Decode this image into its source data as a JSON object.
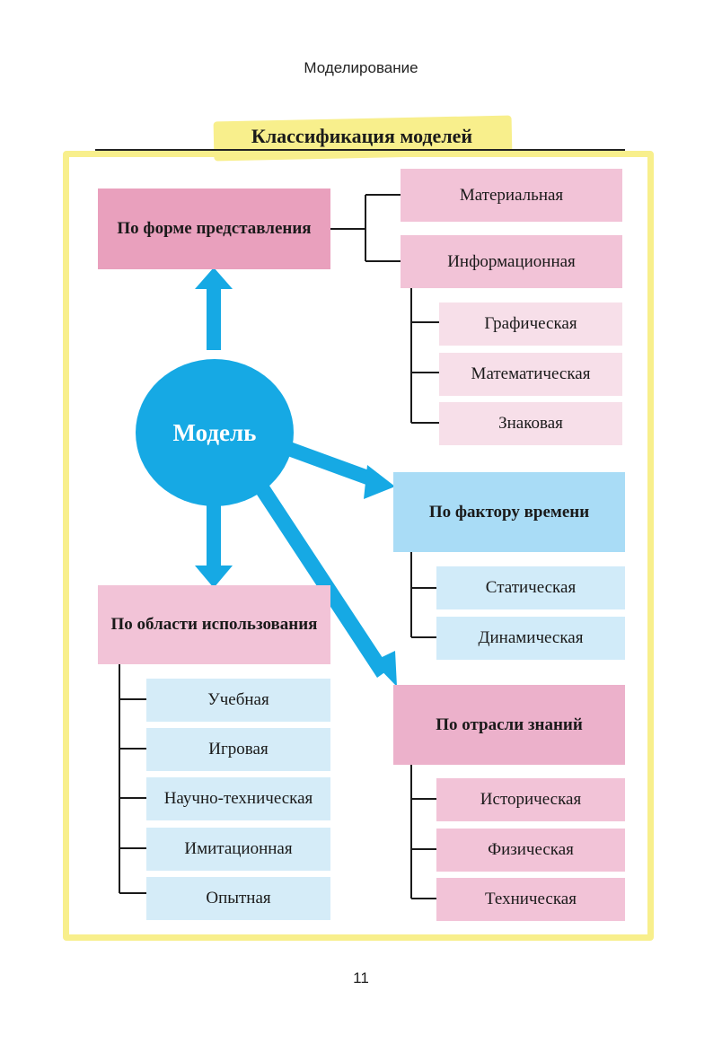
{
  "header": "Моделирование",
  "page_number": "11",
  "title": "Классификация моделей",
  "center": "Модель",
  "branches": {
    "form": {
      "label": "По форме представления",
      "items": [
        "Материальная",
        "Информационная"
      ],
      "subitems": [
        "Графическая",
        "Математическая",
        "Знаковая"
      ]
    },
    "time": {
      "label": "По фактору времени",
      "items": [
        "Статическая",
        "Динамическая"
      ]
    },
    "usage": {
      "label": "По области использования",
      "items": [
        "Учебная",
        "Игровая",
        "Научно-техническая",
        "Имитационная",
        "Опытная"
      ]
    },
    "field": {
      "label": "По отрасли знаний",
      "items": [
        "Историческая",
        "Физическая",
        "Техническая"
      ]
    }
  },
  "colors": {
    "arrow": "#16a9e4",
    "frame": "#f8ef8c",
    "pink_dark": "#e9a0bd",
    "pink": "#f2c3d7",
    "pink_light": "#f7dfe9",
    "blue": "#a9dcf6",
    "blue_light": "#d1ebf9",
    "magenta": "#ecb1cb"
  }
}
